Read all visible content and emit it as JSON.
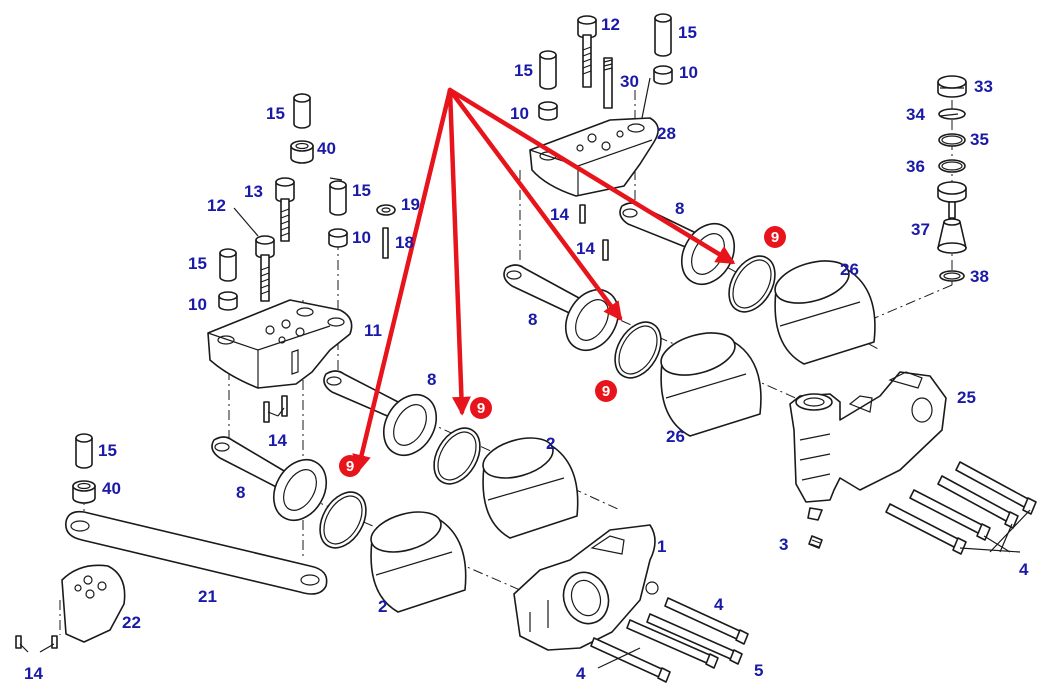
{
  "diagram": {
    "labels": [
      {
        "id": "15a",
        "text": "15"
      },
      {
        "id": "40a",
        "text": "40"
      },
      {
        "id": "13",
        "text": "13"
      },
      {
        "id": "12a",
        "text": "12"
      },
      {
        "id": "15b",
        "text": "15"
      },
      {
        "id": "19",
        "text": "19"
      },
      {
        "id": "10a",
        "text": "10"
      },
      {
        "id": "18",
        "text": "18"
      },
      {
        "id": "15c",
        "text": "15"
      },
      {
        "id": "10b",
        "text": "10"
      },
      {
        "id": "11",
        "text": "11"
      },
      {
        "id": "14a",
        "text": "14"
      },
      {
        "id": "8a",
        "text": "8"
      },
      {
        "id": "8b",
        "text": "8"
      },
      {
        "id": "2a",
        "text": "2"
      },
      {
        "id": "2b",
        "text": "2"
      },
      {
        "id": "1",
        "text": "1"
      },
      {
        "id": "4a",
        "text": "4"
      },
      {
        "id": "4b",
        "text": "4"
      },
      {
        "id": "5",
        "text": "5"
      },
      {
        "id": "15d",
        "text": "15"
      },
      {
        "id": "40b",
        "text": "40"
      },
      {
        "id": "21",
        "text": "21"
      },
      {
        "id": "22",
        "text": "22"
      },
      {
        "id": "14b",
        "text": "14"
      },
      {
        "id": "12b",
        "text": "12"
      },
      {
        "id": "15e",
        "text": "15"
      },
      {
        "id": "15f",
        "text": "15"
      },
      {
        "id": "30",
        "text": "30"
      },
      {
        "id": "10c",
        "text": "10"
      },
      {
        "id": "10d",
        "text": "10"
      },
      {
        "id": "28",
        "text": "28"
      },
      {
        "id": "14c",
        "text": "14"
      },
      {
        "id": "14d",
        "text": "14"
      },
      {
        "id": "8c",
        "text": "8"
      },
      {
        "id": "8d",
        "text": "8"
      },
      {
        "id": "26a",
        "text": "26"
      },
      {
        "id": "26b",
        "text": "26"
      },
      {
        "id": "25",
        "text": "25"
      },
      {
        "id": "3",
        "text": "3"
      },
      {
        "id": "4c",
        "text": "4"
      },
      {
        "id": "33",
        "text": "33"
      },
      {
        "id": "34",
        "text": "34"
      },
      {
        "id": "35",
        "text": "35"
      },
      {
        "id": "36",
        "text": "36"
      },
      {
        "id": "37",
        "text": "37"
      },
      {
        "id": "38",
        "text": "38"
      }
    ],
    "highlight_badges": [
      {
        "id": "b1",
        "text": "9"
      },
      {
        "id": "b2",
        "text": "9"
      },
      {
        "id": "b3",
        "text": "9"
      },
      {
        "id": "b4",
        "text": "9"
      }
    ],
    "colors": {
      "label": "#1a1aa8",
      "highlight": "#e8141b",
      "line": "#1a1a1a"
    }
  }
}
